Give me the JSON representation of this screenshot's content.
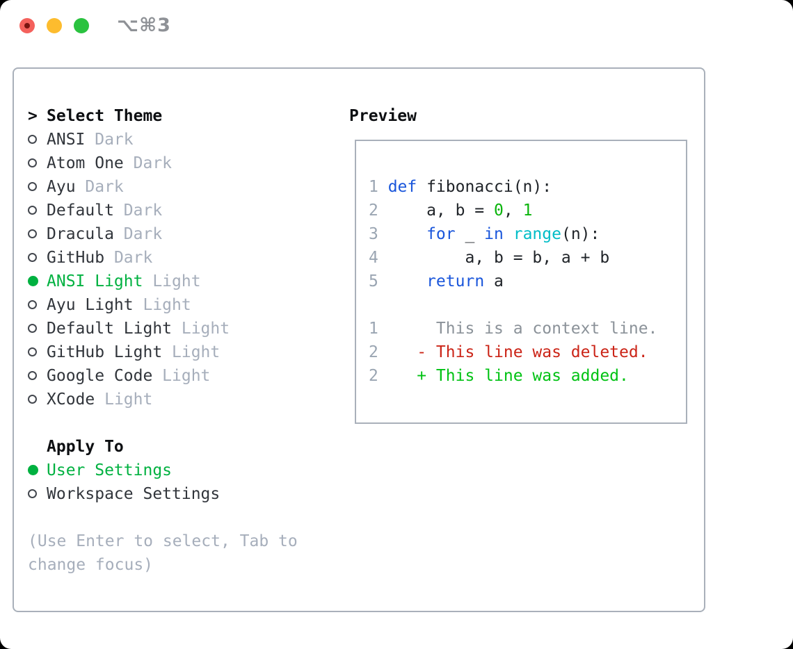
{
  "titlebar": {
    "shortcut": "⌥⌘3"
  },
  "window": {
    "theme_list": {
      "cursor": ">",
      "title": "Select Theme",
      "items": [
        {
          "name": "ANSI",
          "variant": "Dark",
          "selected": false
        },
        {
          "name": "Atom One",
          "variant": "Dark",
          "selected": false
        },
        {
          "name": "Ayu",
          "variant": "Dark",
          "selected": false
        },
        {
          "name": "Default",
          "variant": "Dark",
          "selected": false
        },
        {
          "name": "Dracula",
          "variant": "Dark",
          "selected": false
        },
        {
          "name": "GitHub",
          "variant": "Dark",
          "selected": false
        },
        {
          "name": "ANSI Light",
          "variant": "Light",
          "selected": true
        },
        {
          "name": "Ayu Light",
          "variant": "Light",
          "selected": false
        },
        {
          "name": "Default Light",
          "variant": "Light",
          "selected": false
        },
        {
          "name": "GitHub Light",
          "variant": "Light",
          "selected": false
        },
        {
          "name": "Google Code",
          "variant": "Light",
          "selected": false
        },
        {
          "name": "XCode",
          "variant": "Light",
          "selected": false
        }
      ]
    },
    "apply_to": {
      "title": "Apply To",
      "options": [
        {
          "name": "User Settings",
          "selected": true
        },
        {
          "name": "Workspace Settings",
          "selected": false
        }
      ]
    },
    "hint_lines": [
      "(Use Enter to select, Tab to",
      "change focus)"
    ],
    "preview": {
      "title": "Preview",
      "code_lines": [
        {
          "num": "1",
          "tokens": [
            [
              "kw",
              "def"
            ],
            [
              "plain",
              " fibonacci(n):"
            ]
          ]
        },
        {
          "num": "2",
          "tokens": [
            [
              "plain",
              "    a, b = "
            ],
            [
              "lit",
              "0"
            ],
            [
              "plain",
              ", "
            ],
            [
              "lit",
              "1"
            ]
          ]
        },
        {
          "num": "3",
          "tokens": [
            [
              "plain",
              "    "
            ],
            [
              "kw",
              "for"
            ],
            [
              "plain",
              " _ "
            ],
            [
              "kw",
              "in"
            ],
            [
              "plain",
              " "
            ],
            [
              "builtin",
              "range"
            ],
            [
              "plain",
              "(n):"
            ]
          ]
        },
        {
          "num": "4",
          "tokens": [
            [
              "plain",
              "        a, b = b, a + b"
            ]
          ]
        },
        {
          "num": "5",
          "tokens": [
            [
              "plain",
              "    "
            ],
            [
              "kw",
              "return"
            ],
            [
              "plain",
              " a"
            ]
          ]
        },
        {
          "num": "",
          "tokens": []
        },
        {
          "num": "1",
          "tokens": [
            [
              "ctx",
              "     This is a context line."
            ]
          ]
        },
        {
          "num": "2",
          "tokens": [
            [
              "del",
              "   - This line was deleted."
            ]
          ]
        },
        {
          "num": "2",
          "tokens": [
            [
              "add",
              "   + This line was added."
            ]
          ]
        }
      ]
    },
    "colors": {
      "selection_green": "#00b140",
      "diff_add_green": "#00c213",
      "diff_del_red": "#cb2417",
      "keyword_blue": "#1a56db",
      "builtin_cyan": "#00bdc7",
      "literal_green": "#0ab40c",
      "muted_gray": "#a6aebb",
      "border_gray": "#a9b0ba",
      "traffic_red": "#f4615c",
      "traffic_yellow": "#fdbc2e",
      "traffic_green": "#2ac23f"
    }
  }
}
